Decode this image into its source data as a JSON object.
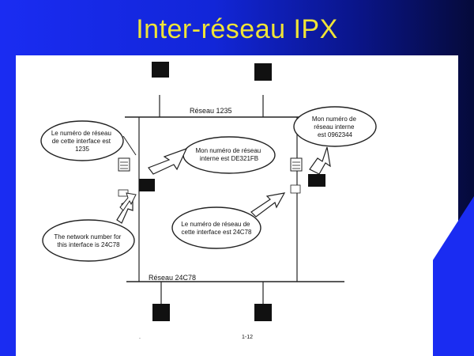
{
  "slide": {
    "title": "Inter-réseau IPX",
    "colors": {
      "title": "#f0e436",
      "background": "#1a2cf2",
      "panel": "#ffffff"
    }
  },
  "diagram": {
    "networks": [
      {
        "label": "Réseau 1235"
      },
      {
        "label": "Réseau 24C78"
      }
    ],
    "callouts": [
      {
        "lines": [
          "Le numéro de réseau",
          "de cette interface est",
          "1235"
        ]
      },
      {
        "lines": [
          "Mon numéro de réseau",
          "interne est DE321FB"
        ]
      },
      {
        "lines": [
          "Mon numéro de",
          "réseau interne",
          "est 0962344"
        ]
      },
      {
        "lines": [
          "The network number for",
          "this interface is 24C78"
        ]
      },
      {
        "lines": [
          "Le numéro de réseau de",
          "cette interface est 24C78"
        ]
      }
    ],
    "footer_text": "1-12"
  }
}
